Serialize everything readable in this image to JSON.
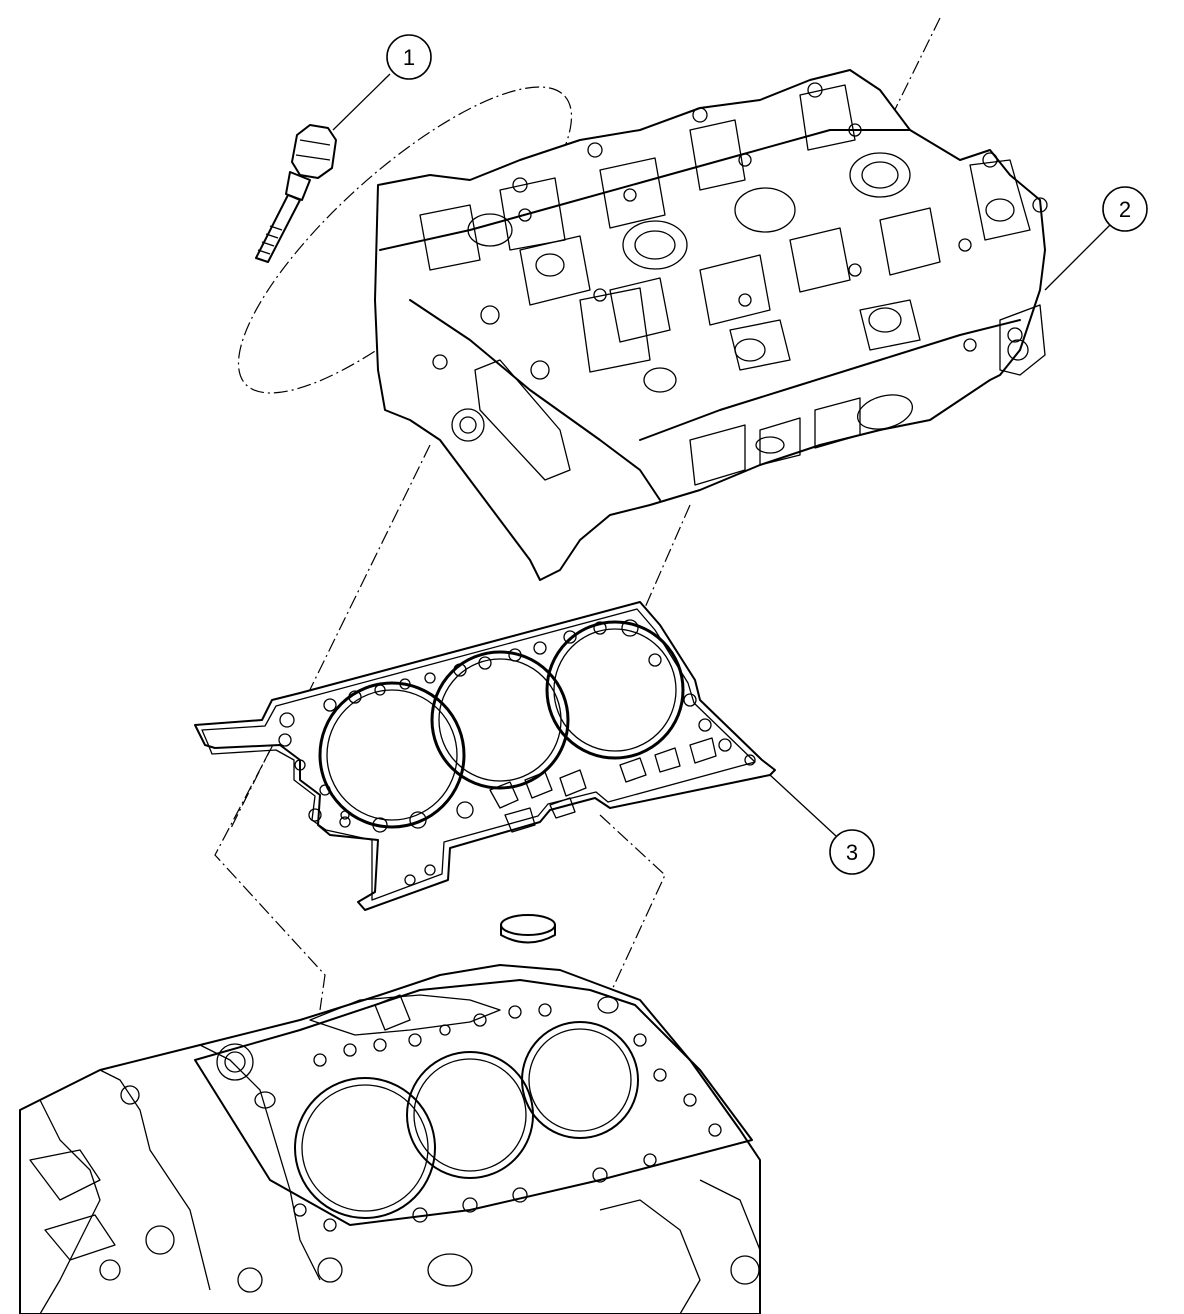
{
  "callouts": [
    {
      "id": "1",
      "label": "1",
      "part": "bolt"
    },
    {
      "id": "2",
      "label": "2",
      "part": "cylinder-head"
    },
    {
      "id": "3",
      "label": "3",
      "part": "head-gasket"
    }
  ],
  "colors": {
    "line": "#000000",
    "background": "#ffffff"
  }
}
